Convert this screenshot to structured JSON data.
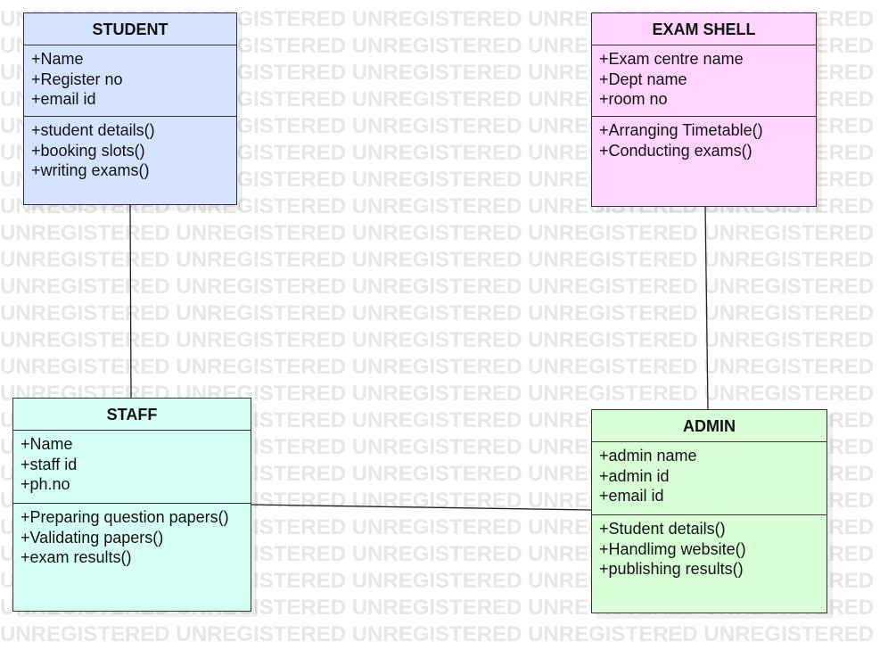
{
  "watermark": {
    "text": "UNREGISTERED"
  },
  "classes": {
    "student": {
      "name": "STUDENT",
      "color": "#d5e3ff",
      "attributes": [
        "+Name",
        "+Register no",
        "+email id"
      ],
      "methods": [
        "+student details()",
        "+booking slots()",
        "+writing exams()"
      ]
    },
    "exam_shell": {
      "name": "EXAM SHELL",
      "color": "#ffd5ff",
      "attributes": [
        "+Exam centre name",
        "+Dept name",
        "+room no"
      ],
      "methods": [
        "+Arranging Timetable()",
        "+Conducting exams()"
      ]
    },
    "staff": {
      "name": "STAFF",
      "color": "#d5fff5",
      "attributes": [
        "+Name",
        "+staff id",
        "+ph.no"
      ],
      "methods": [
        "+Preparing question papers()",
        "+Validating papers()",
        "+exam results()"
      ]
    },
    "admin": {
      "name": "ADMIN",
      "color": "#d8fed5",
      "attributes": [
        "+admin name",
        "+admin id",
        "+email id"
      ],
      "methods": [
        "+Student details()",
        "+Handlimg website()",
        "+publishing results()"
      ]
    }
  }
}
